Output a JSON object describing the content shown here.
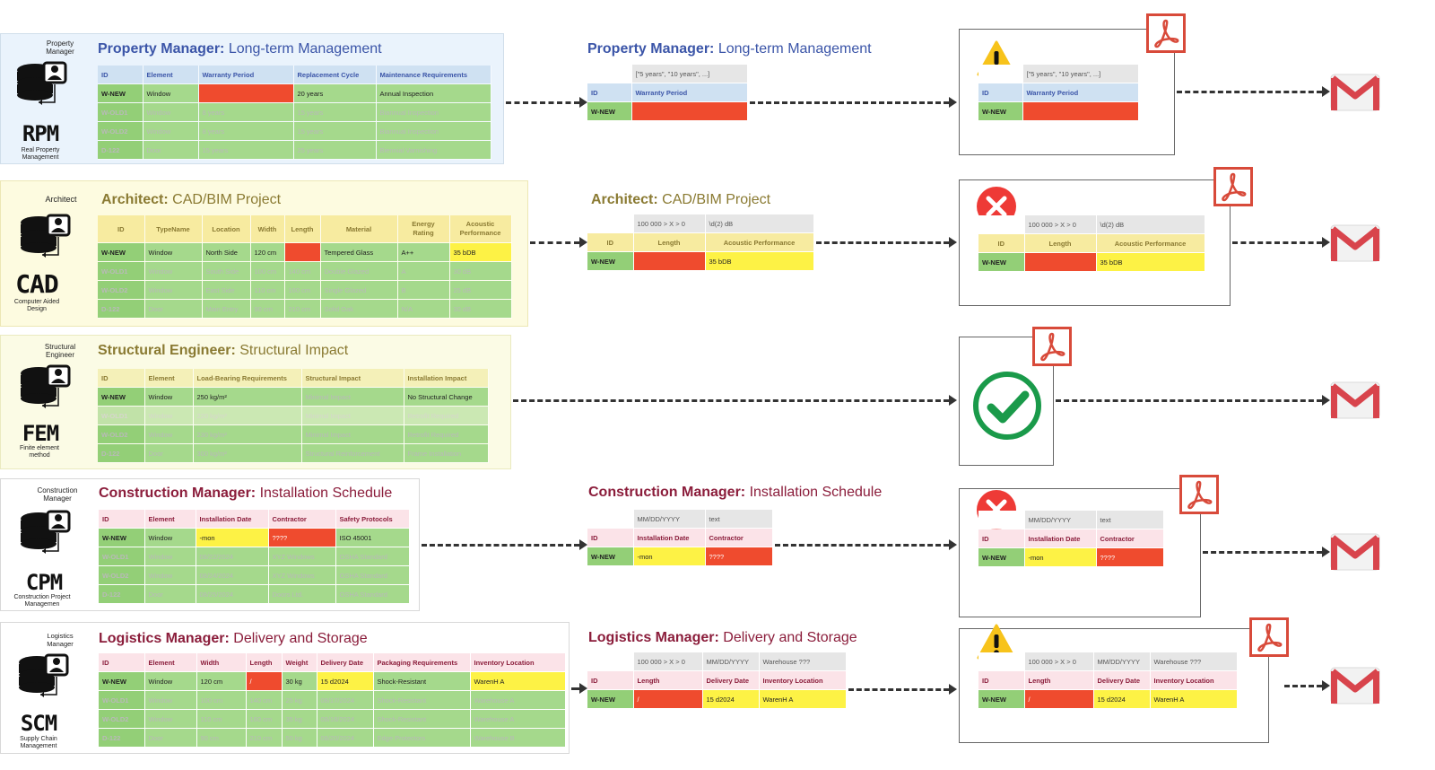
{
  "colors": {
    "blue_title": "#3b55a8",
    "olive_title": "#8a7a32",
    "maroon_title": "#8b1d3b",
    "green": "#a5d98c",
    "red": "#ef4b2e",
    "yellow": "#fdf245"
  },
  "rows": [
    {
      "system": {
        "role": "Property Manager",
        "code": "RPM",
        "subtitle": "Real Property Management"
      },
      "title": {
        "bold": "Property Manager:",
        "rest": " Long-term Management"
      },
      "columns": [
        "ID",
        "Element",
        "Warranty Period",
        "Replacement Cycle",
        "Maintenance Requirements"
      ],
      "data": [
        [
          "W-NEW",
          "Window",
          "-",
          "20 years",
          "Annual Inspection"
        ],
        [
          "W-OLD1",
          "Window",
          "8 years",
          "15 years",
          "Biannual Inspection"
        ],
        [
          "W-OLD2",
          "Window",
          "8 years",
          "15 years",
          "Biannual Inspection"
        ],
        [
          "D-122",
          "Door",
          "15 years",
          "25 years",
          "Biennial Varnishing"
        ]
      ],
      "check": {
        "hints": [
          "[\"5 years\", \"10 years\", ...]"
        ],
        "columns": [
          "ID",
          "Warranty Period"
        ],
        "values": [
          "W-NEW",
          "-"
        ]
      },
      "result": {
        "icon": "warning-icon"
      }
    },
    {
      "system": {
        "role": "Architect",
        "code": "CAD",
        "subtitle": "Computer Aided Design"
      },
      "title": {
        "bold": "Architect:",
        "rest": " CAD/BIM Project"
      },
      "columns": [
        "ID",
        "TypeName",
        "Location",
        "Width",
        "Length",
        "Material",
        "Energy Rating",
        "Acoustic Performance"
      ],
      "data": [
        [
          "W-NEW",
          "Window",
          "North Side",
          "120 cm",
          "-",
          "Tempered Glass",
          "A++",
          "35 bDB"
        ],
        [
          "W-OLD1",
          "Window",
          "South Side",
          "100 cm",
          "140 cm",
          "Double Glazed",
          "A",
          "30 dB"
        ],
        [
          "W-OLD2",
          "Window",
          "East Side",
          "110 cm",
          "160 cm",
          "Single Glazed",
          "B",
          "25 dB"
        ],
        [
          "D-122",
          "Door",
          "Main Entry",
          "90 cm",
          "210 cm",
          "Solid Oak",
          "N/A",
          "30 dB"
        ]
      ],
      "check": {
        "hints": [
          "100 000 > X > 0",
          "\\d(2) dB"
        ],
        "columns": [
          "ID",
          "Length",
          "Acoustic Performance"
        ],
        "values": [
          "W-NEW",
          "-",
          "35 bDB"
        ]
      },
      "result": {
        "icon": "error-icon"
      }
    },
    {
      "system": {
        "role": "Structural Engineer",
        "code": "FEM",
        "subtitle": "Finite element method"
      },
      "title": {
        "bold": "Structural Engineer:",
        "rest": " Structural Impact"
      },
      "columns": [
        "ID",
        "Element",
        "Load-Bearing Requirements",
        "Structural Impact",
        "Installation Impact"
      ],
      "data": [
        [
          "W-NEW",
          "Window",
          "250 kg/m²",
          "Minimal Impact",
          "No Structural Change"
        ],
        [
          "W-OLD1",
          "Window",
          "220 kg/m²",
          "Minimal Impact",
          "Retrofit Required"
        ],
        [
          "W-OLD2",
          "Window",
          "230 kg/m²",
          "Minimal Impact",
          "Retrofit Required"
        ],
        [
          "D-122",
          "Door",
          "300 kg/m²",
          "Structural Reinforcement",
          "Frame Installation"
        ]
      ],
      "result": {
        "icon": "success-check-icon"
      }
    },
    {
      "system": {
        "role": "Construction Manager",
        "code": "CPM",
        "subtitle": "Construction Project Managemen"
      },
      "title": {
        "bold": "Construction Manager:",
        "rest": " Installation Schedule"
      },
      "columns": [
        "ID",
        "Element",
        "Installation Date",
        "Contractor",
        "Safety Protocols"
      ],
      "data": [
        [
          "W-NEW",
          "Window",
          "-mon",
          "????",
          "ISO 45001"
        ],
        [
          "W-OLD1",
          "Window",
          "08/22/2024",
          "XYZ Windows",
          "OSHA Standard"
        ],
        [
          "W-OLD2",
          "Window",
          "08/24/2024",
          "XYZ Windows",
          "OSHA Standard"
        ],
        [
          "D-122",
          "Door",
          "08/25/2024",
          "Doors Ltd.",
          "OSHA Standard"
        ]
      ],
      "check": {
        "hints": [
          "MM/DD/YYYY",
          "text"
        ],
        "columns": [
          "ID",
          "Installation Date",
          "Contractor"
        ],
        "values": [
          "W-NEW",
          "-mon",
          "????"
        ]
      },
      "result": {
        "icon": "error-icon"
      }
    },
    {
      "system": {
        "role": "Logistics Manager",
        "code": "SCM",
        "subtitle": "Supply Chain Management"
      },
      "title": {
        "bold": "Logistics Manager:",
        "rest": " Delivery and Storage"
      },
      "columns": [
        "ID",
        "Element",
        "Width",
        "Length",
        "Weight",
        "Delivery Date",
        "Packaging Requirements",
        "Inventory Location"
      ],
      "data": [
        [
          "W-NEW",
          "Window",
          "120 cm",
          "/",
          "30 kg",
          "15 d2024",
          "Shock-Resistant",
          "WarenH A"
        ],
        [
          "W-OLD1",
          "Window",
          "100 cm",
          "140 cm",
          "25 kg",
          "08/17/2024",
          "Shock-Resistant",
          "Warehouse A"
        ],
        [
          "W-OLD2",
          "Window",
          "110 cm",
          "160 cm",
          "35 kg",
          "08/18/2024",
          "Shock-Resistant",
          "Warehouse A"
        ],
        [
          "D-122",
          "Door",
          "90 cm",
          "210 cm",
          "50 kg",
          "08/20/2024",
          "Edge Protectors",
          "Warehouse B"
        ]
      ],
      "check": {
        "hints": [
          "100 000 > X > 0",
          "MM/DD/YYYY",
          "Warehouse ???"
        ],
        "columns": [
          "ID",
          "Length",
          "Delivery Date",
          "Inventory Location"
        ],
        "values": [
          "W-NEW",
          "/",
          "15 d2024",
          "WarenH A"
        ]
      },
      "result": {
        "icon": "warning-icon"
      }
    }
  ]
}
